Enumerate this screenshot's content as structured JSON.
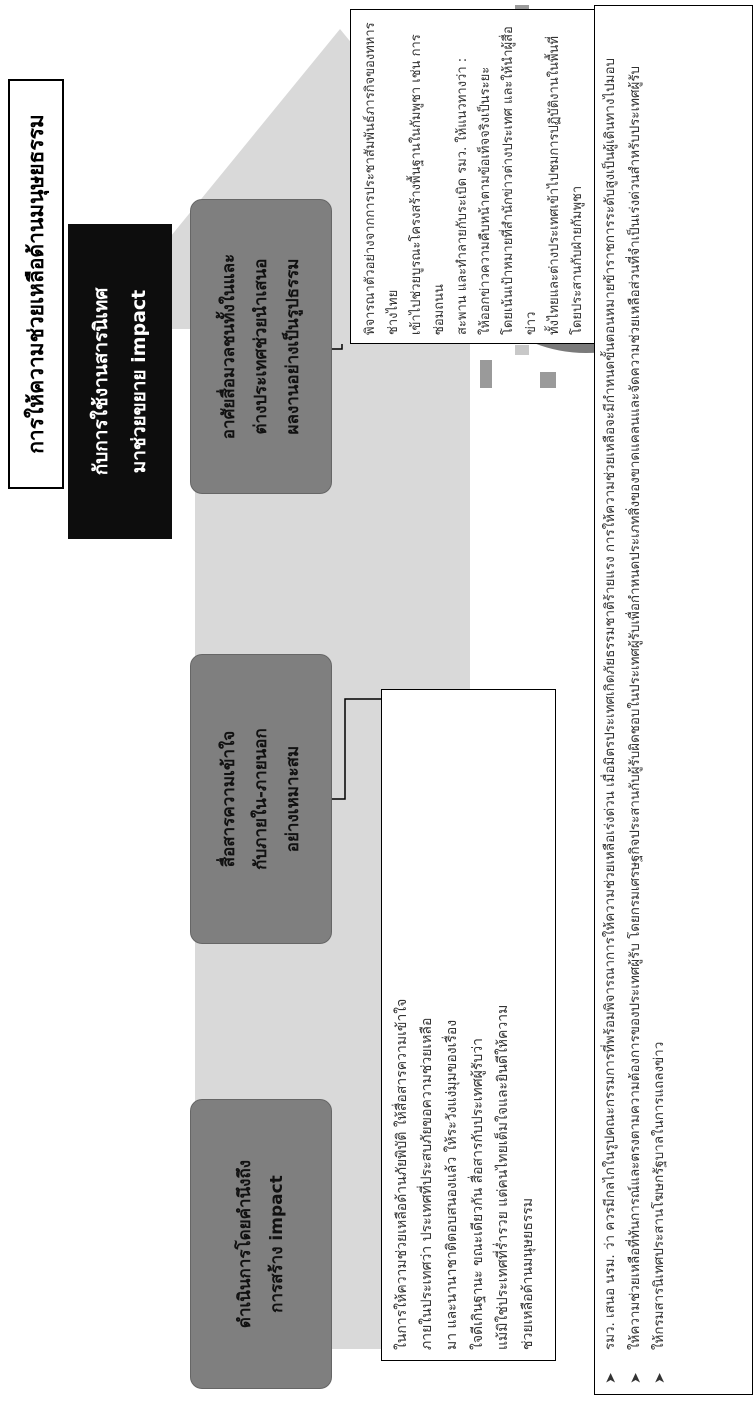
{
  "title": "การให้ความช่วยเหลือด้านมนุษยธรรม",
  "subtitle_lines": [
    "กับการใช้งานสารนิเทศ",
    "มาช่วยขยาย impact"
  ],
  "steps": [
    {
      "lines": [
        "ดำเนินการโดยคำนึงถึง",
        "การสร้าง impact"
      ]
    },
    {
      "lines": [
        "สื่อสารความเข้าใจ",
        "กับภายใน-ภายนอก",
        "อย่างเหมาะสม"
      ]
    },
    {
      "lines": [
        "อาศัยสื่อมวลชนทั้งในและ",
        "ต่างประเทศช่วยนำเสนอ",
        "ผลงานอย่างเป็นรูปธรรม"
      ]
    }
  ],
  "box_left": {
    "lines": [
      "ในการให้ความช่วยเหลือด้านภัยพิบัติ ให้สื่อสารความเข้าใจ",
      "ภายในประเทศว่า ประเทศที่ประสบภัยขอความช่วยเหลือ",
      "มา และนานาชาติตอบสนองแล้ว ให้ระวังแง่มุมของเรื่อง",
      "ใจดีเกินฐานะ ขณะเดียวกัน สื่อสารกับประเทศผู้รับว่า",
      "แม้มิใช่ประเทศที่ร่ำรวย แต่คนไทยเต็มใจและยินดีให้ความ",
      "ช่วยเหลือด้านมนุษยธรรม"
    ]
  },
  "box_right": {
    "lines": [
      "พิจารณาตัวอย่างจากการประชาสัมพันธ์ภารกิจของทหารช่างไทย",
      "เข้าไปช่วยบูรณะโครงสร้างพื้นฐานในกัมพูชา เช่น การซ่อมถนน",
      "สะพาน และทำลายกับระเบิด รมว. ให้แนวทางว่า :",
      "ให้ออกข่าวความคืบหน้าตามข้อเท็จจริงเป็นระยะ",
      "โดยเน้นเป้าหมายที่สำนักข่าวต่างประเทศ และให้นำผู้สื่อข่าว",
      "ทั้งไทยและต่างประเทศเข้าไปชมการปฏิบัติงานในพื้นที่",
      "โดยประสานกับฝ่ายกัมพูชา"
    ]
  },
  "bullets": [
    {
      "symbol": "➤",
      "text": "รมว. เสนอ นรม. ว่า ควรมีกลไกในรูปคณะกรรมการที่พร้อมพิจารณาการให้ความช่วยเหลือเร่งด่วน เมื่อมิตรประเทศเกิดภัยธรรมชาติร้ายแรง การให้ความช่วยเหลือจะมีกำหนดขั้นตอนหมายข้าราชการระดับสูงเป็นผู้เดินทางไปมอบ"
    },
    {
      "symbol": "➤",
      "text": "ให้ความช่วยเหลือที่ทันการณ์และตรงตามความต้องการของประเทศผู้รับ โดยกรมเศรษฐกิจประสานกับผู้รับผิดชอบในประเทศผู้รับเพื่อกำหนดประเภทสิ่งของขาดแคลนและจัดความช่วยเหลือส่วนที่จำเป็นเร่งด่วนสำหรับประเทศผู้รับ"
    },
    {
      "symbol": "➤",
      "text": "ให้กรมสารนิเทศประสานโฆษกรัฐบาลในการแถลงข่าว"
    }
  ],
  "colors": {
    "arrow": "#d9d9d9",
    "step": "#7f7f7f",
    "subtitle_bg": "#0d0d0d",
    "text": "#333333"
  },
  "icons": [
    "ministry-seal-icon",
    "bullet-arrow-icon"
  ]
}
